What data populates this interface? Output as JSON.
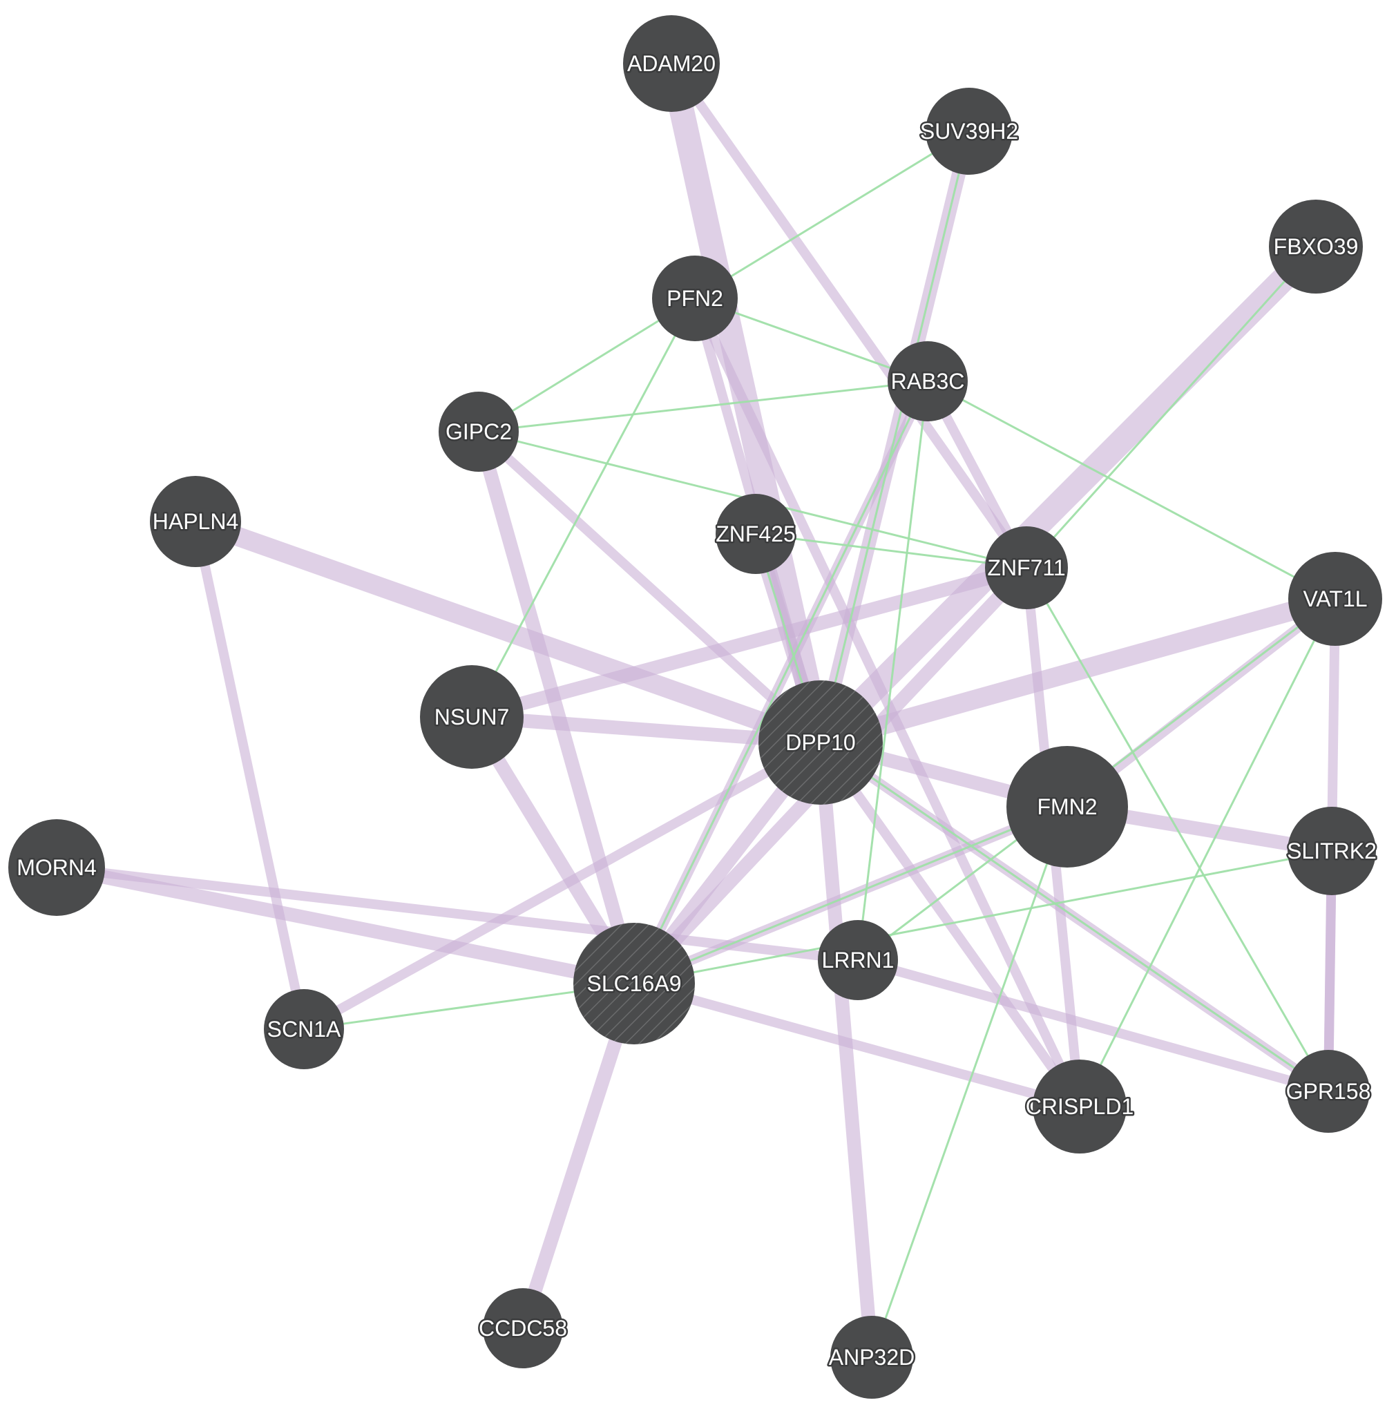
{
  "colors": {
    "node_fill": "#4a4b4c",
    "label_text": "#ffffff",
    "coexpression_edge": "#c9b0d6",
    "genetic_interaction_edge": "#9fdfa8",
    "background": "#ffffff"
  },
  "nodes": [
    {
      "id": "ADAM20",
      "label": "ADAM20",
      "query_gene": false
    },
    {
      "id": "SUV39H2",
      "label": "SUV39H2",
      "query_gene": false
    },
    {
      "id": "FBXO39",
      "label": "FBXO39",
      "query_gene": false
    },
    {
      "id": "PFN2",
      "label": "PFN2",
      "query_gene": false
    },
    {
      "id": "RAB3C",
      "label": "RAB3C",
      "query_gene": false
    },
    {
      "id": "GIPC2",
      "label": "GIPC2",
      "query_gene": false
    },
    {
      "id": "HAPLN4",
      "label": "HAPLN4",
      "query_gene": false
    },
    {
      "id": "ZNF425",
      "label": "ZNF425",
      "query_gene": false
    },
    {
      "id": "ZNF711",
      "label": "ZNF711",
      "query_gene": false
    },
    {
      "id": "VAT1L",
      "label": "VAT1L",
      "query_gene": false
    },
    {
      "id": "NSUN7",
      "label": "NSUN7",
      "query_gene": false
    },
    {
      "id": "DPP10",
      "label": "DPP10",
      "query_gene": true
    },
    {
      "id": "FMN2",
      "label": "FMN2",
      "query_gene": false
    },
    {
      "id": "SLITRK2",
      "label": "SLITRK2",
      "query_gene": false
    },
    {
      "id": "MORN4",
      "label": "MORN4",
      "query_gene": false
    },
    {
      "id": "SLC16A9",
      "label": "SLC16A9",
      "query_gene": true
    },
    {
      "id": "LRRN1",
      "label": "LRRN1",
      "query_gene": false
    },
    {
      "id": "SCN1A",
      "label": "SCN1A",
      "query_gene": false
    },
    {
      "id": "CRISPLD1",
      "label": "CRISPLD1",
      "query_gene": false
    },
    {
      "id": "GPR158",
      "label": "GPR158",
      "query_gene": false
    },
    {
      "id": "CCDC58",
      "label": "CCDC58",
      "query_gene": false
    },
    {
      "id": "ANP32D",
      "label": "ANP32D",
      "query_gene": false
    }
  ],
  "edges": [
    {
      "source": "ADAM20",
      "target": "DPP10",
      "type": "coexpression",
      "weight": 5
    },
    {
      "source": "ADAM20",
      "target": "ZNF711",
      "type": "coexpression",
      "weight": 2
    },
    {
      "source": "SUV39H2",
      "target": "DPP10",
      "type": "coexpression",
      "weight": 3
    },
    {
      "source": "FBXO39",
      "target": "DPP10",
      "type": "coexpression",
      "weight": 5
    },
    {
      "source": "PFN2",
      "target": "DPP10",
      "type": "coexpression",
      "weight": 2
    },
    {
      "source": "PFN2",
      "target": "CRISPLD1",
      "type": "coexpression",
      "weight": 2
    },
    {
      "source": "RAB3C",
      "target": "SLC16A9",
      "type": "coexpression",
      "weight": 2
    },
    {
      "source": "GIPC2",
      "target": "SLC16A9",
      "type": "coexpression",
      "weight": 3
    },
    {
      "source": "GIPC2",
      "target": "DPP10",
      "type": "coexpression",
      "weight": 2
    },
    {
      "source": "HAPLN4",
      "target": "DPP10",
      "type": "coexpression",
      "weight": 4
    },
    {
      "source": "HAPLN4",
      "target": "SCN1A",
      "type": "coexpression",
      "weight": 2
    },
    {
      "source": "ZNF425",
      "target": "DPP10",
      "type": "coexpression",
      "weight": 3
    },
    {
      "source": "ZNF711",
      "target": "NSUN7",
      "type": "coexpression",
      "weight": 3
    },
    {
      "source": "ZNF711",
      "target": "SLC16A9",
      "type": "coexpression",
      "weight": 3
    },
    {
      "source": "ZNF711",
      "target": "CRISPLD1",
      "type": "coexpression",
      "weight": 2
    },
    {
      "source": "VAT1L",
      "target": "DPP10",
      "type": "coexpression",
      "weight": 4
    },
    {
      "source": "VAT1L",
      "target": "FMN2",
      "type": "coexpression",
      "weight": 2
    },
    {
      "source": "VAT1L",
      "target": "GPR158",
      "type": "coexpression",
      "weight": 2
    },
    {
      "source": "NSUN7",
      "target": "DPP10",
      "type": "coexpression",
      "weight": 3
    },
    {
      "source": "NSUN7",
      "target": "SLC16A9",
      "type": "coexpression",
      "weight": 3
    },
    {
      "source": "DPP10",
      "target": "FMN2",
      "type": "coexpression",
      "weight": 3
    },
    {
      "source": "DPP10",
      "target": "SLC16A9",
      "type": "coexpression",
      "weight": 3
    },
    {
      "source": "DPP10",
      "target": "ANP32D",
      "type": "coexpression",
      "weight": 3
    },
    {
      "source": "DPP10",
      "target": "GPR158",
      "type": "coexpression",
      "weight": 2
    },
    {
      "source": "DPP10",
      "target": "CRISPLD1",
      "type": "coexpression",
      "weight": 2
    },
    {
      "source": "DPP10",
      "target": "SCN1A",
      "type": "coexpression",
      "weight": 2
    },
    {
      "source": "FMN2",
      "target": "SLITRK2",
      "type": "coexpression",
      "weight": 3
    },
    {
      "source": "FMN2",
      "target": "SLC16A9",
      "type": "coexpression",
      "weight": 2
    },
    {
      "source": "MORN4",
      "target": "SLC16A9",
      "type": "coexpression",
      "weight": 3
    },
    {
      "source": "MORN4",
      "target": "LRRN1",
      "type": "coexpression",
      "weight": 2
    },
    {
      "source": "SLC16A9",
      "target": "CCDC58",
      "type": "coexpression",
      "weight": 3
    },
    {
      "source": "SLC16A9",
      "target": "CRISPLD1",
      "type": "coexpression",
      "weight": 2
    },
    {
      "source": "LRRN1",
      "target": "GPR158",
      "type": "coexpression",
      "weight": 2
    },
    {
      "source": "SLITRK2",
      "target": "GPR158",
      "type": "coexpression",
      "weight": 2
    },
    {
      "source": "RAB3C",
      "target": "ZNF711",
      "type": "coexpression",
      "weight": 2
    },
    {
      "source": "SUV39H2",
      "target": "PFN2",
      "type": "genetic",
      "weight": 1
    },
    {
      "source": "SUV39H2",
      "target": "DPP10",
      "type": "genetic",
      "weight": 1
    },
    {
      "source": "PFN2",
      "target": "GIPC2",
      "type": "genetic",
      "weight": 1
    },
    {
      "source": "PFN2",
      "target": "RAB3C",
      "type": "genetic",
      "weight": 1
    },
    {
      "source": "PFN2",
      "target": "NSUN7",
      "type": "genetic",
      "weight": 1
    },
    {
      "source": "GIPC2",
      "target": "RAB3C",
      "type": "genetic",
      "weight": 1
    },
    {
      "source": "GIPC2",
      "target": "ZNF711",
      "type": "genetic",
      "weight": 1
    },
    {
      "source": "RAB3C",
      "target": "VAT1L",
      "type": "genetic",
      "weight": 1
    },
    {
      "source": "RAB3C",
      "target": "SLC16A9",
      "type": "genetic",
      "weight": 1
    },
    {
      "source": "RAB3C",
      "target": "LRRN1",
      "type": "genetic",
      "weight": 1
    },
    {
      "source": "FBXO39",
      "target": "ZNF711",
      "type": "genetic",
      "weight": 1
    },
    {
      "source": "ZNF425",
      "target": "ZNF711",
      "type": "genetic",
      "weight": 1
    },
    {
      "source": "ZNF425",
      "target": "DPP10",
      "type": "genetic",
      "weight": 1
    },
    {
      "source": "ZNF711",
      "target": "GPR158",
      "type": "genetic",
      "weight": 1
    },
    {
      "source": "VAT1L",
      "target": "LRRN1",
      "type": "genetic",
      "weight": 1
    },
    {
      "source": "VAT1L",
      "target": "CRISPLD1",
      "type": "genetic",
      "weight": 1
    },
    {
      "source": "SLITRK2",
      "target": "SLC16A9",
      "type": "genetic",
      "weight": 1
    },
    {
      "source": "FMN2",
      "target": "SLC16A9",
      "type": "genetic",
      "weight": 1
    },
    {
      "source": "FMN2",
      "target": "ANP32D",
      "type": "genetic",
      "weight": 1
    },
    {
      "source": "DPP10",
      "target": "GPR158",
      "type": "genetic",
      "weight": 1
    },
    {
      "source": "SLC16A9",
      "target": "SCN1A",
      "type": "genetic",
      "weight": 1
    }
  ]
}
